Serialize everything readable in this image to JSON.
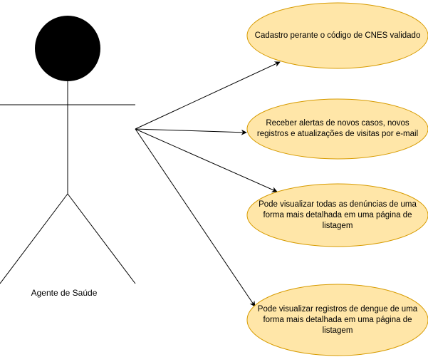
{
  "actor": {
    "label": "Agente de Saúde"
  },
  "use_cases": [
    {
      "text": "Cadastro perante o código de CNES validado"
    },
    {
      "text": "Receber alertas de novos casos, novos registros e atualizações de visitas por e-mail"
    },
    {
      "text": "Pode visualizar todas as denúncias de uma forma mais detalhada em uma página de listagem"
    },
    {
      "text": "Pode visualizar registros de dengue de uma forma mais detalhada em uma página de listagem"
    }
  ],
  "colors": {
    "usecase_fill": "#ffe6a8",
    "usecase_stroke": "#d79b00",
    "line": "#000000",
    "actor_head": "#000000"
  }
}
